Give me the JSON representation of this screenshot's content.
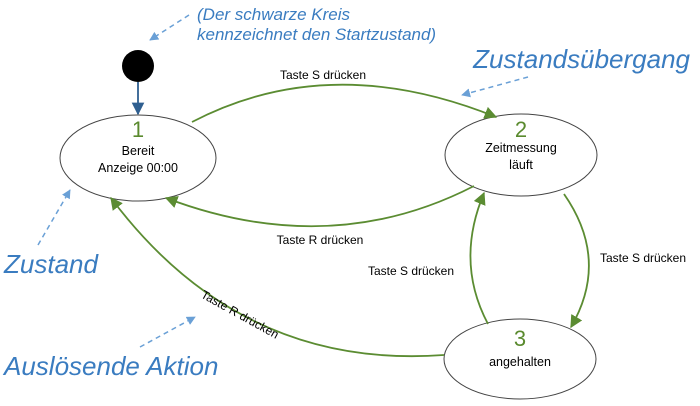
{
  "colors": {
    "transition": "#5b8c32",
    "annotation": "#3a7cc0",
    "initial": "#000000",
    "initial_arrow": "#2f5f90",
    "state_stroke": "#444444"
  },
  "annotations": {
    "start_note_line1": "(Der schwarze Kreis",
    "start_note_line2": "kennzeichnet den Startzustand)",
    "transition_note": "Zustandsübergang",
    "state_note": "Zustand",
    "action_note": "Auslösende Aktion"
  },
  "states": [
    {
      "number": "1",
      "line1": "Bereit",
      "line2": "Anzeige 00:00"
    },
    {
      "number": "2",
      "line1": "Zeitmessung",
      "line2": "läuft"
    },
    {
      "number": "3",
      "line1": "angehalten"
    }
  ],
  "transitions": {
    "s1_to_s2": "Taste S drücken",
    "s2_to_s1": "Taste R drücken",
    "s2_to_s3": "Taste S drücken",
    "s3_to_s2": "Taste S drücken",
    "s3_to_s1": "Taste R drücken"
  }
}
